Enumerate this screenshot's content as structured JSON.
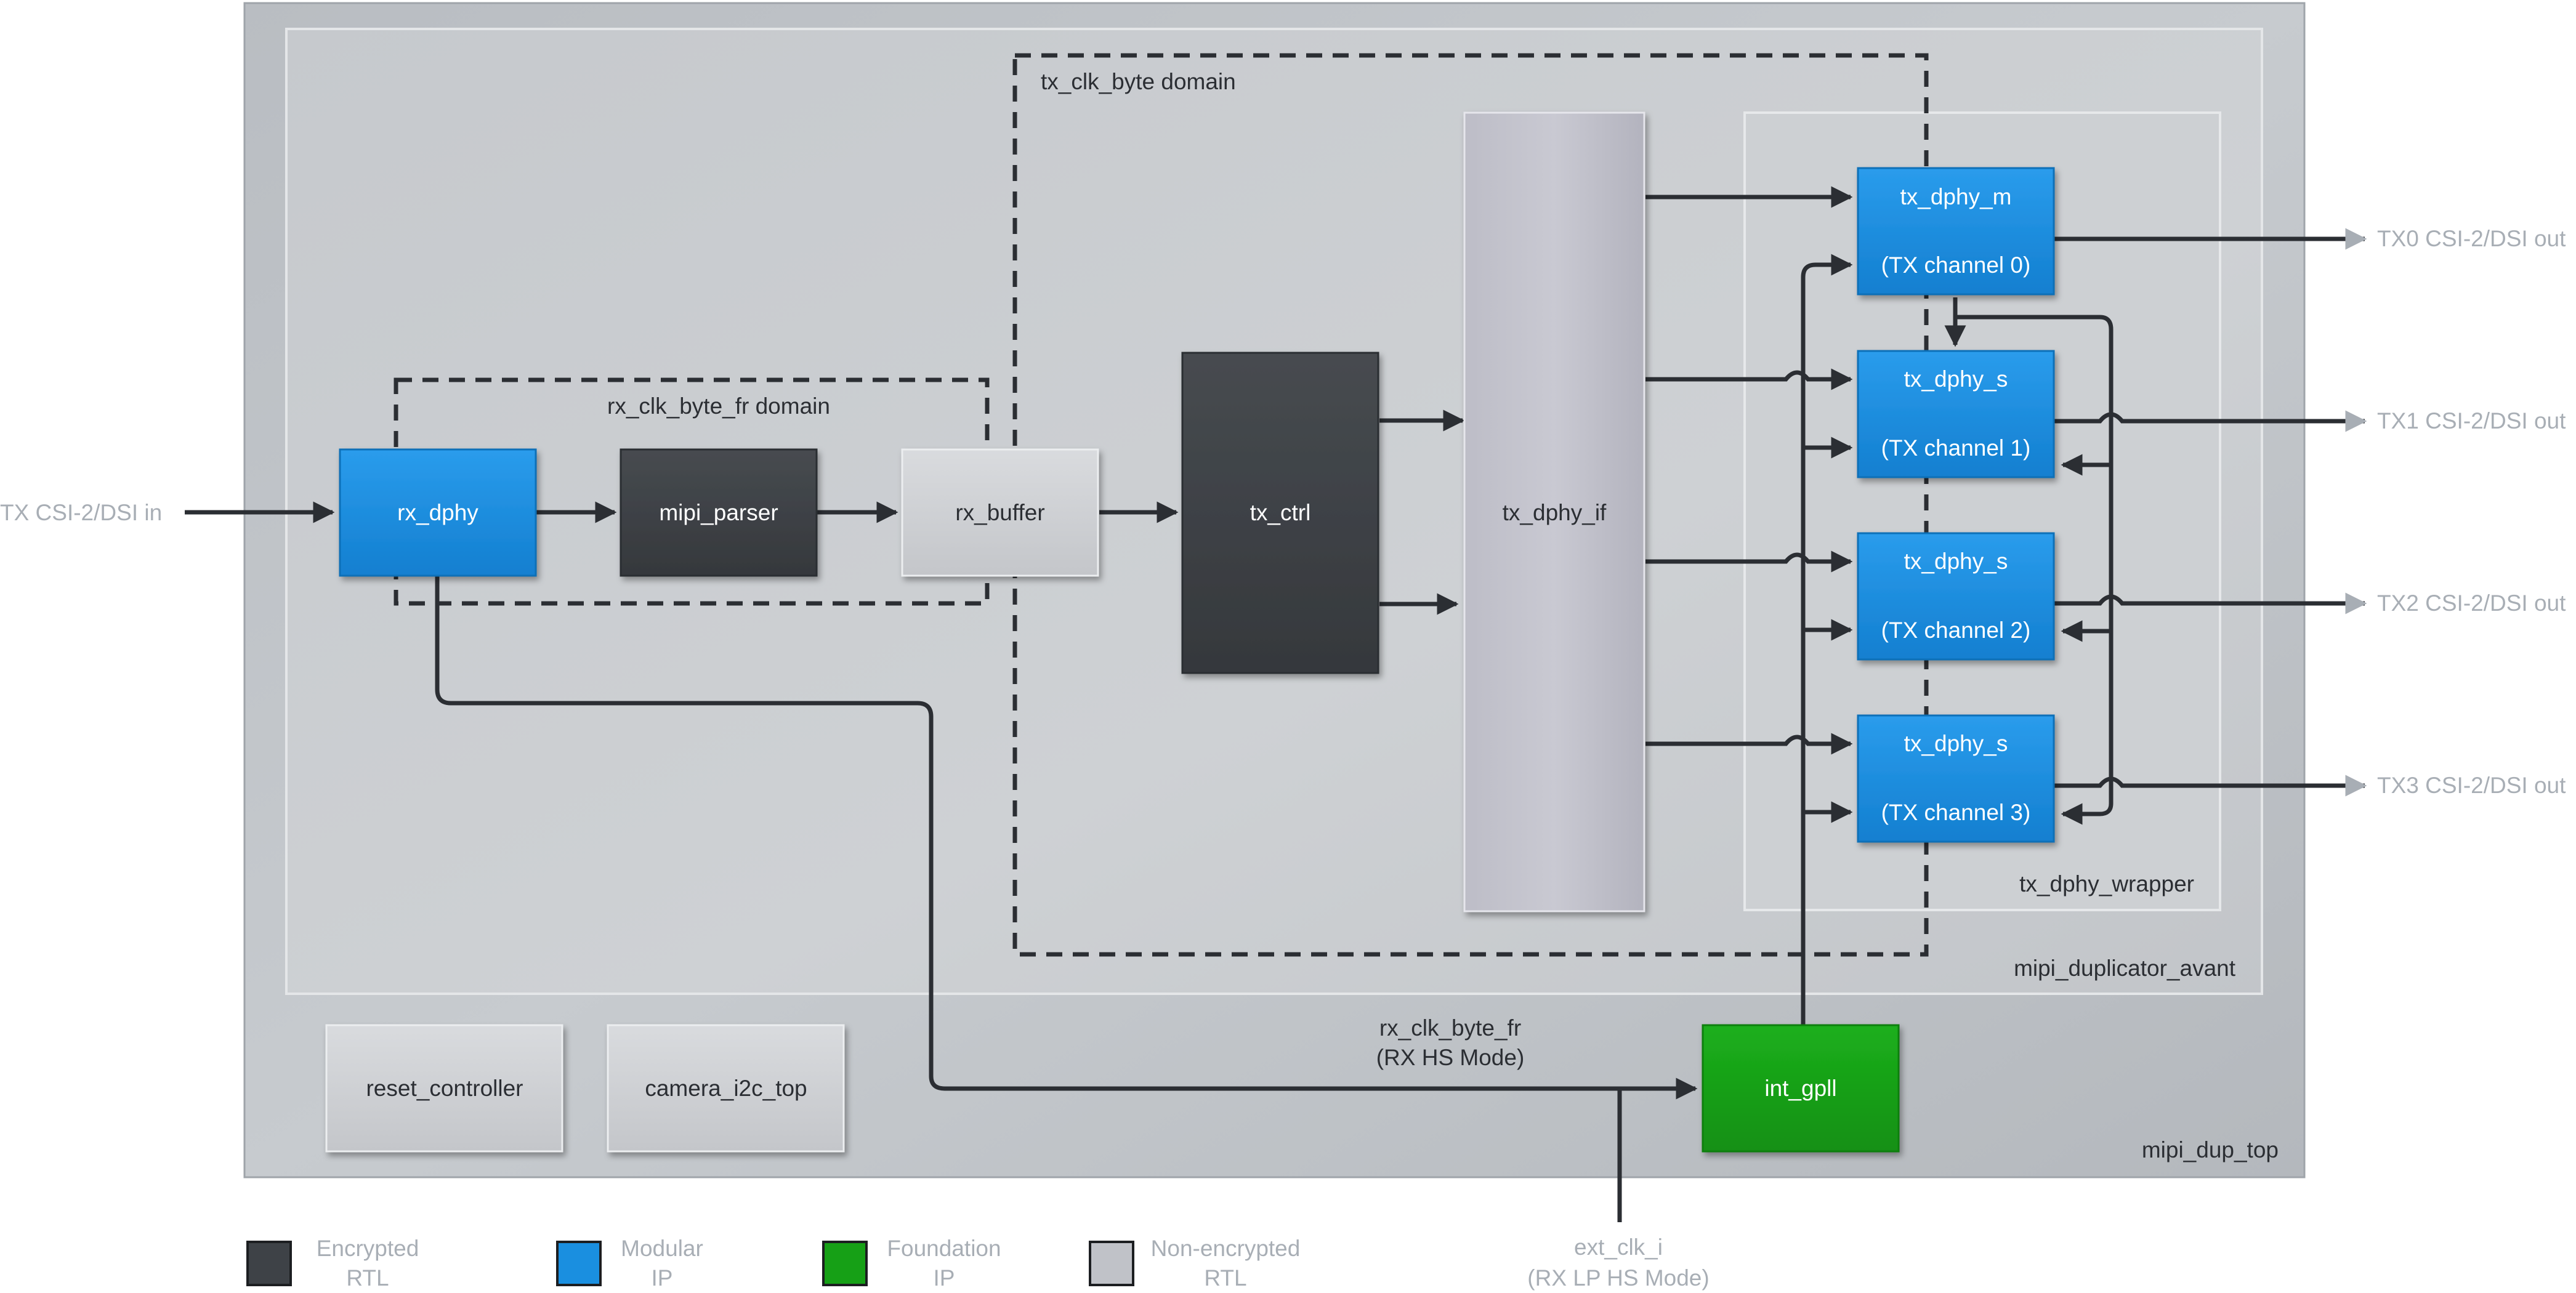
{
  "containers": {
    "top": "mipi_dup_top",
    "avant": "mipi_duplicator_avant",
    "wrapper": "tx_dphy_wrapper"
  },
  "domains": {
    "rx": "rx_clk_byte_fr domain",
    "tx": "tx_clk_byte domain"
  },
  "blocks": {
    "rx_dphy": "rx_dphy",
    "mipi_parser": "mipi_parser",
    "rx_buffer": "rx_buffer",
    "tx_ctrl": "tx_ctrl",
    "tx_dphy_if": "tx_dphy_if",
    "tx_m_title": "tx_dphy_m",
    "tx_m_sub": "(TX channel 0)",
    "tx_s1_title": "tx_dphy_s",
    "tx_s1_sub": "(TX channel 1)",
    "tx_s2_title": "tx_dphy_s",
    "tx_s2_sub": "(TX channel 2)",
    "tx_s3_title": "tx_dphy_s",
    "tx_s3_sub": "(TX channel 3)",
    "reset_controller": "reset_controller",
    "camera_i2c_top": "camera_i2c_top",
    "int_gpll": "int_gpll"
  },
  "ports": {
    "input": "TX CSI-2/DSI in",
    "out0": "TX0 CSI-2/DSI out",
    "out1": "TX1 CSI-2/DSI out",
    "out2": "TX2 CSI-2/DSI out",
    "out3": "TX3 CSI-2/DSI out",
    "rx_clk_line1": "rx_clk_byte_fr",
    "rx_clk_line2": "(RX HS Mode)",
    "ext_clk_line1": "ext_clk_i",
    "ext_clk_line2": "(RX LP HS Mode)"
  },
  "legend": [
    {
      "line1": "Encrypted",
      "line2": "RTL",
      "color": "#3e4247"
    },
    {
      "line1": "Modular",
      "line2": "IP",
      "color": "#1a8fe0"
    },
    {
      "line1": "Foundation",
      "line2": "IP",
      "color": "#16a016"
    },
    {
      "line1": "Non-encrypted",
      "line2": "RTL",
      "color": "#c0c2c8"
    }
  ],
  "colors": {
    "encrypted": "#3e4247",
    "modular": "#1a8fe0",
    "foundation": "#16a016",
    "non_encrypted": "#c8cace",
    "tx_dphy_if": "#b6b6c0",
    "wire": "#2b2e33",
    "external_text": "#a8aeb5"
  }
}
